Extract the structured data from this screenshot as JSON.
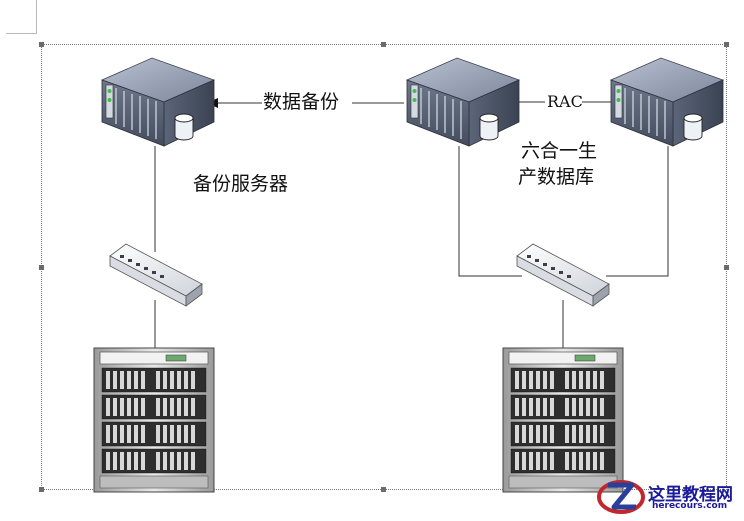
{
  "diagram": {
    "labels": {
      "backup_flow": "数据备份",
      "rac": "RAC",
      "backup_server": "备份服务器",
      "production_db_line1": "六合一生",
      "production_db_line2": "产数据库"
    }
  },
  "watermark": {
    "title": "这里教程网",
    "url": "herecours.com"
  },
  "colors": {
    "server_top": "#8a94a8",
    "server_front": "#4a5468",
    "storage_frame": "#d0d0d0",
    "line": "#333333",
    "watermark_text": "#1b1b9a",
    "watermark_logo": "#c0282d"
  }
}
